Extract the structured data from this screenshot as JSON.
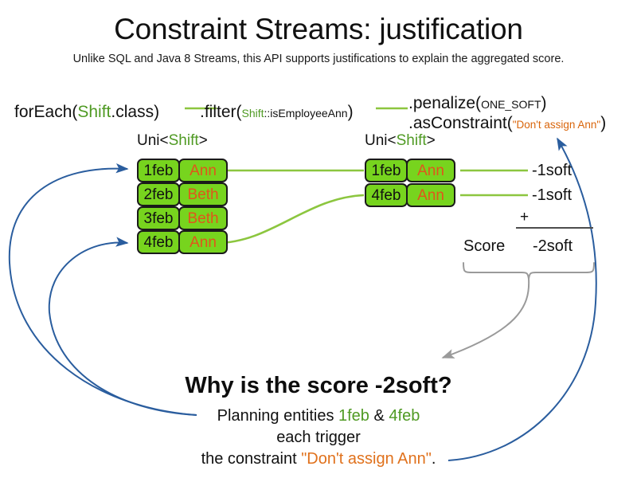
{
  "slide": {
    "title": "Constraint Streams: justification",
    "subtitle": "Unlike SQL and Java 8 Streams, this API supports justifications to explain the aggregated score."
  },
  "code": {
    "foreach": {
      "method": "forEach(",
      "arg_type": "Shift",
      "arg_rest": ".class)"
    },
    "filter": {
      "method": ".filter(",
      "arg_type": "Shift",
      "arg_rest": "::isEmployeeAnn",
      "close": ")"
    },
    "penalize": {
      "method": ".penalize(",
      "arg": "ONE_SOFT",
      "close": ")"
    },
    "as_constraint": {
      "method": ".asConstraint(",
      "arg": "\"Don't assign Ann\"",
      "close": ")"
    }
  },
  "streams": {
    "left": {
      "label_prefix": "Uni<",
      "label_type": "Shift",
      "label_suffix": ">",
      "rows": [
        {
          "date": "1feb",
          "employee": "Ann"
        },
        {
          "date": "2feb",
          "employee": "Beth"
        },
        {
          "date": "3feb",
          "employee": "Beth"
        },
        {
          "date": "4feb",
          "employee": "Ann"
        }
      ]
    },
    "right": {
      "label_prefix": "Uni<",
      "label_type": "Shift",
      "label_suffix": ">",
      "rows": [
        {
          "date": "1feb",
          "employee": "Ann",
          "penalty": "-1soft"
        },
        {
          "date": "4feb",
          "employee": "Ann",
          "penalty": "-1soft"
        }
      ]
    }
  },
  "score": {
    "label": "Score",
    "operator": "+",
    "total": "-2soft"
  },
  "explanation": {
    "question": "Why is the score -2soft?",
    "line1_pre": "Planning entities ",
    "line1_entity_a": "1feb",
    "line1_amp": " & ",
    "line1_entity_b": "4feb",
    "line2": "each trigger",
    "line3_pre": "the constraint ",
    "line3_constraint": "\"Don't assign Ann\"",
    "line3_post": "."
  },
  "colors": {
    "box_fill": "#77d41e",
    "box_border": "#1a1a1a",
    "employee_text": "#e0561b",
    "type_green": "#4f9a23",
    "stream_line": "#8cc63f",
    "constraint_orange": "#d9650b",
    "justification_arrow": "#2a5d9e",
    "score_arrow": "#9a9a9a"
  }
}
